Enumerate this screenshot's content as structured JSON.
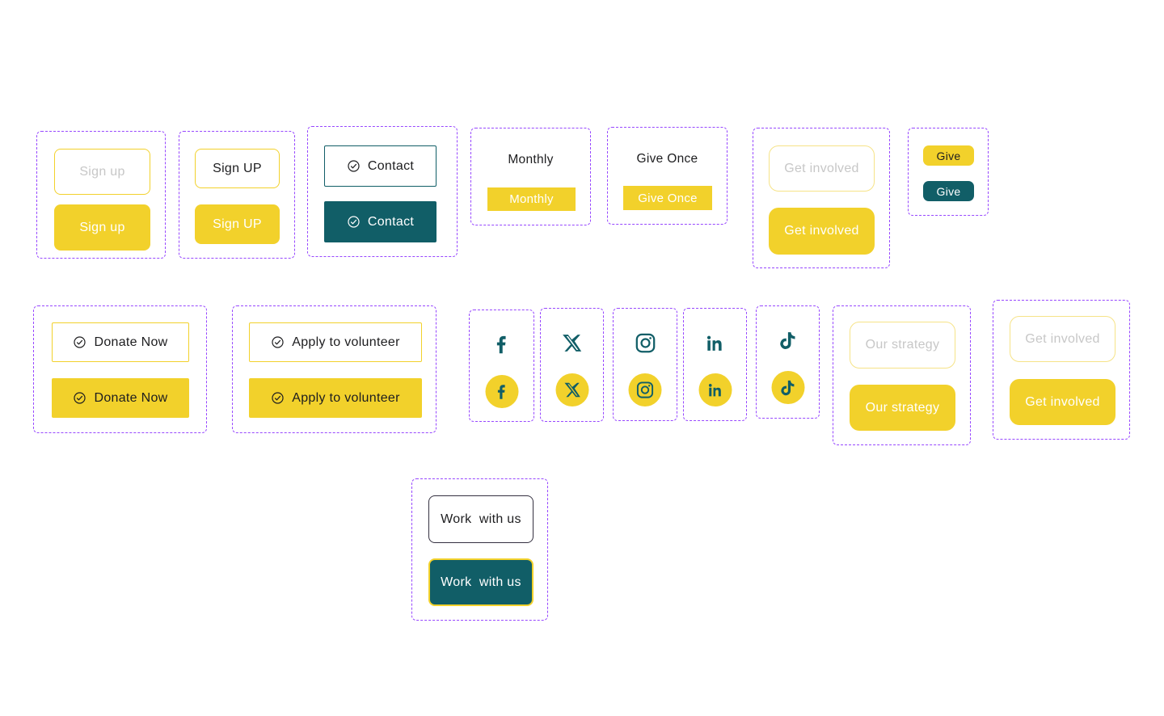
{
  "page": {
    "background": "#ffffff"
  },
  "colors": {
    "brand_yellow": "#F2D12B",
    "brand_teal": "#115E67",
    "frame_dashed_purple": "#9747FF",
    "muted_text_gray": "#C7C7C7",
    "dark_text": "#1D1D1F"
  },
  "groups": {
    "sign_up": {
      "outline_label": "Sign up",
      "filled_label": "Sign up"
    },
    "sign_up_caps": {
      "outline_label": "Sign UP",
      "filled_label": "Sign UP"
    },
    "contact": {
      "outline_label": "Contact",
      "filled_label": "Contact",
      "icon": "check-circle-icon"
    },
    "monthly": {
      "heading": "Monthly",
      "filled_label": "Monthly"
    },
    "give_once": {
      "heading": "Give Once",
      "filled_label": "Give Once"
    },
    "get_involved": {
      "outline_label": "Get involved",
      "filled_label": "Get involved"
    },
    "give": {
      "yellow_label": "Give",
      "teal_label": "Give"
    },
    "donate_now": {
      "outline_label": "Donate Now",
      "filled_label": "Donate Now",
      "icon": "check-circle-icon"
    },
    "apply_volunteer": {
      "outline_label": "Apply to volunteer",
      "filled_label": "Apply to volunteer",
      "icon": "check-circle-icon"
    },
    "social": {
      "facebook": "facebook-icon",
      "x": "x-icon",
      "instagram": "instagram-icon",
      "linkedin": "linkedin-icon",
      "tiktok": "tiktok-icon"
    },
    "our_strategy": {
      "outline_label": "Our strategy",
      "filled_label": "Our strategy"
    },
    "get_involved_2": {
      "outline_label": "Get involved",
      "filled_label": "Get involved"
    },
    "work_with_us": {
      "outline_label": "Work  with us",
      "filled_label": "Work  with us"
    }
  }
}
